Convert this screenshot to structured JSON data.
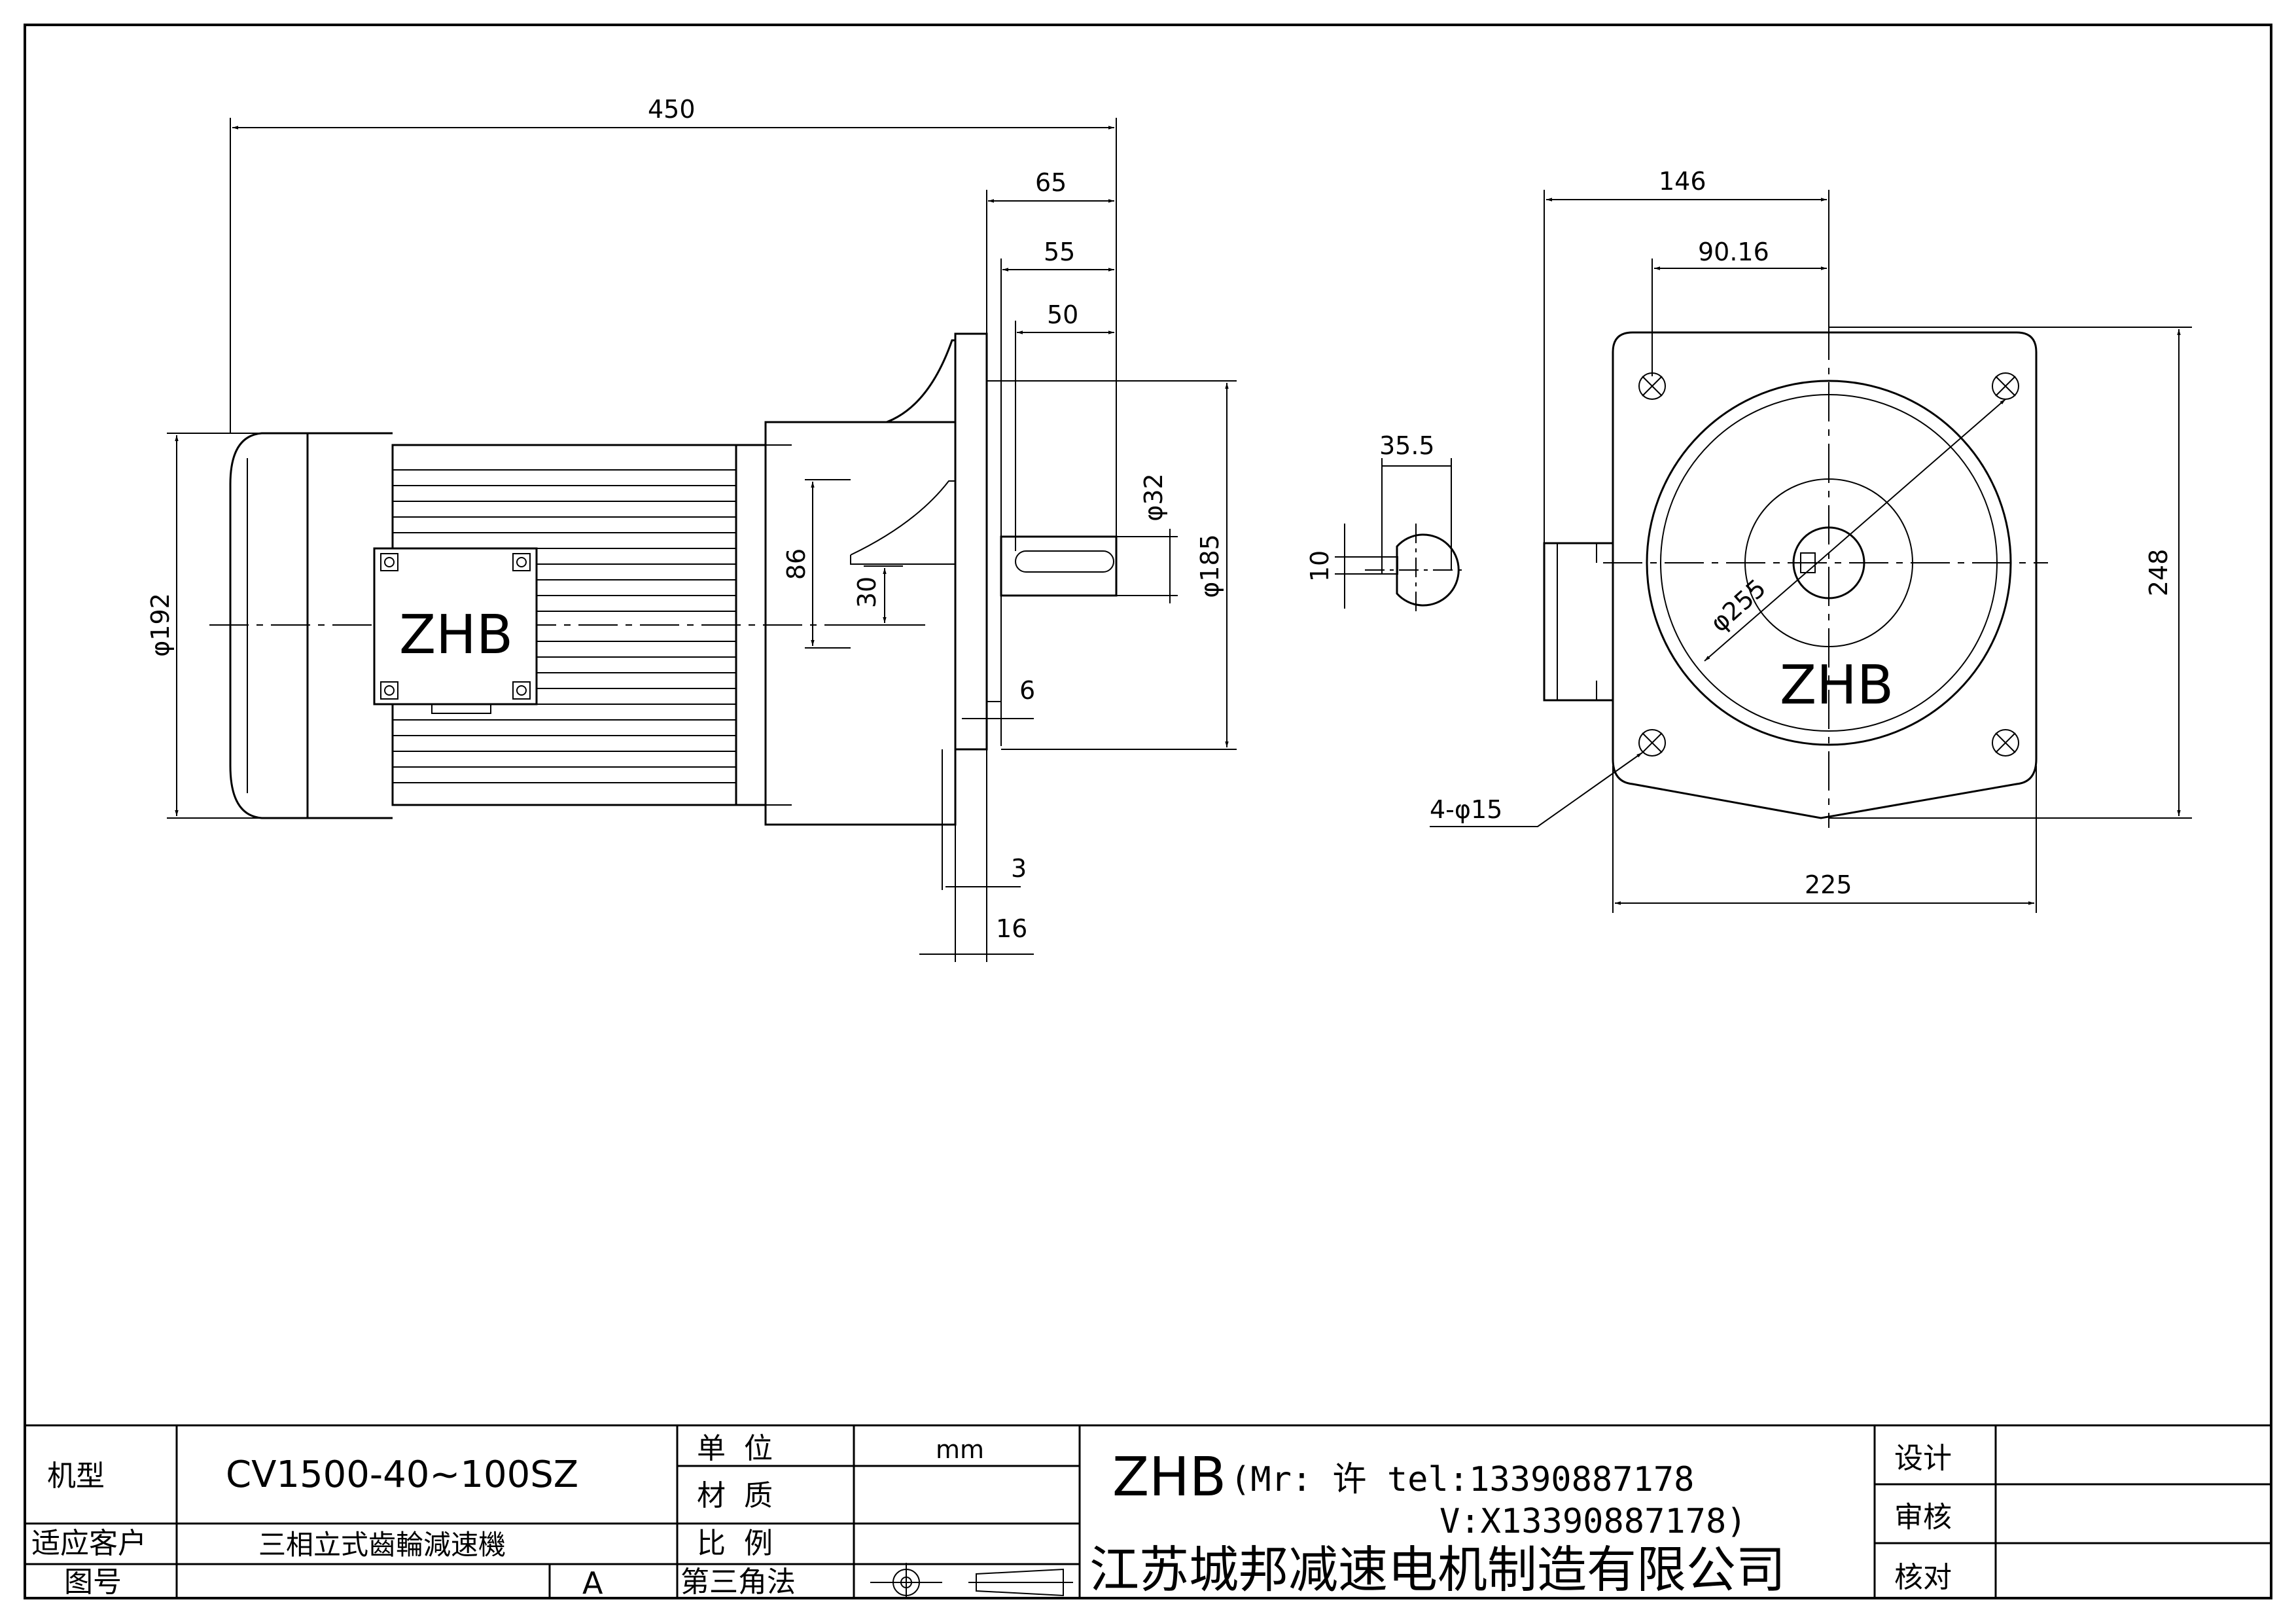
{
  "drawing": {
    "brand_mark": "ZHB",
    "side_view": {
      "dims": {
        "overall_length": "450",
        "flange_to_shaft_end": "65",
        "shaft_length_55": "55",
        "key_length": "50",
        "shaft_dia": "φ32",
        "pilot_dia": "φ185",
        "motor_dia": "φ192",
        "output_offset": "86",
        "offset_30": "30",
        "flange_6": "6",
        "dim_3": "3",
        "dim_16": "16"
      }
    },
    "shaft_section": {
      "dims": {
        "key_height_total": "35.5",
        "key_width": "10"
      }
    },
    "end_view": {
      "dims": {
        "width_146": "146",
        "offset_9016": "90.16",
        "bolt_circle": "φ255",
        "height_248": "248",
        "width_225": "225",
        "holes": "4-φ15"
      }
    }
  },
  "title_block": {
    "model_label": "机型",
    "model_value": "CV1500-40~100SZ",
    "customer_label": "适应客户",
    "customer_value": "三相立式齒輪減速機",
    "drawing_no_label": "图号",
    "drawing_no_value": "",
    "revision": "A",
    "unit_label": "单  位",
    "unit_value": "mm",
    "material_label": "材  质",
    "material_value": "",
    "scale_label": "比  例",
    "scale_value": "",
    "projection_label": "第三角法",
    "brand": "ZHB",
    "contact_line1": "(Mr: 许 tel:13390887178",
    "contact_line2": "V:X13390887178)",
    "company": "江苏城邦减速电机制造有限公司",
    "design_label": "设计",
    "review_label": "审核",
    "check_label": "核对"
  }
}
